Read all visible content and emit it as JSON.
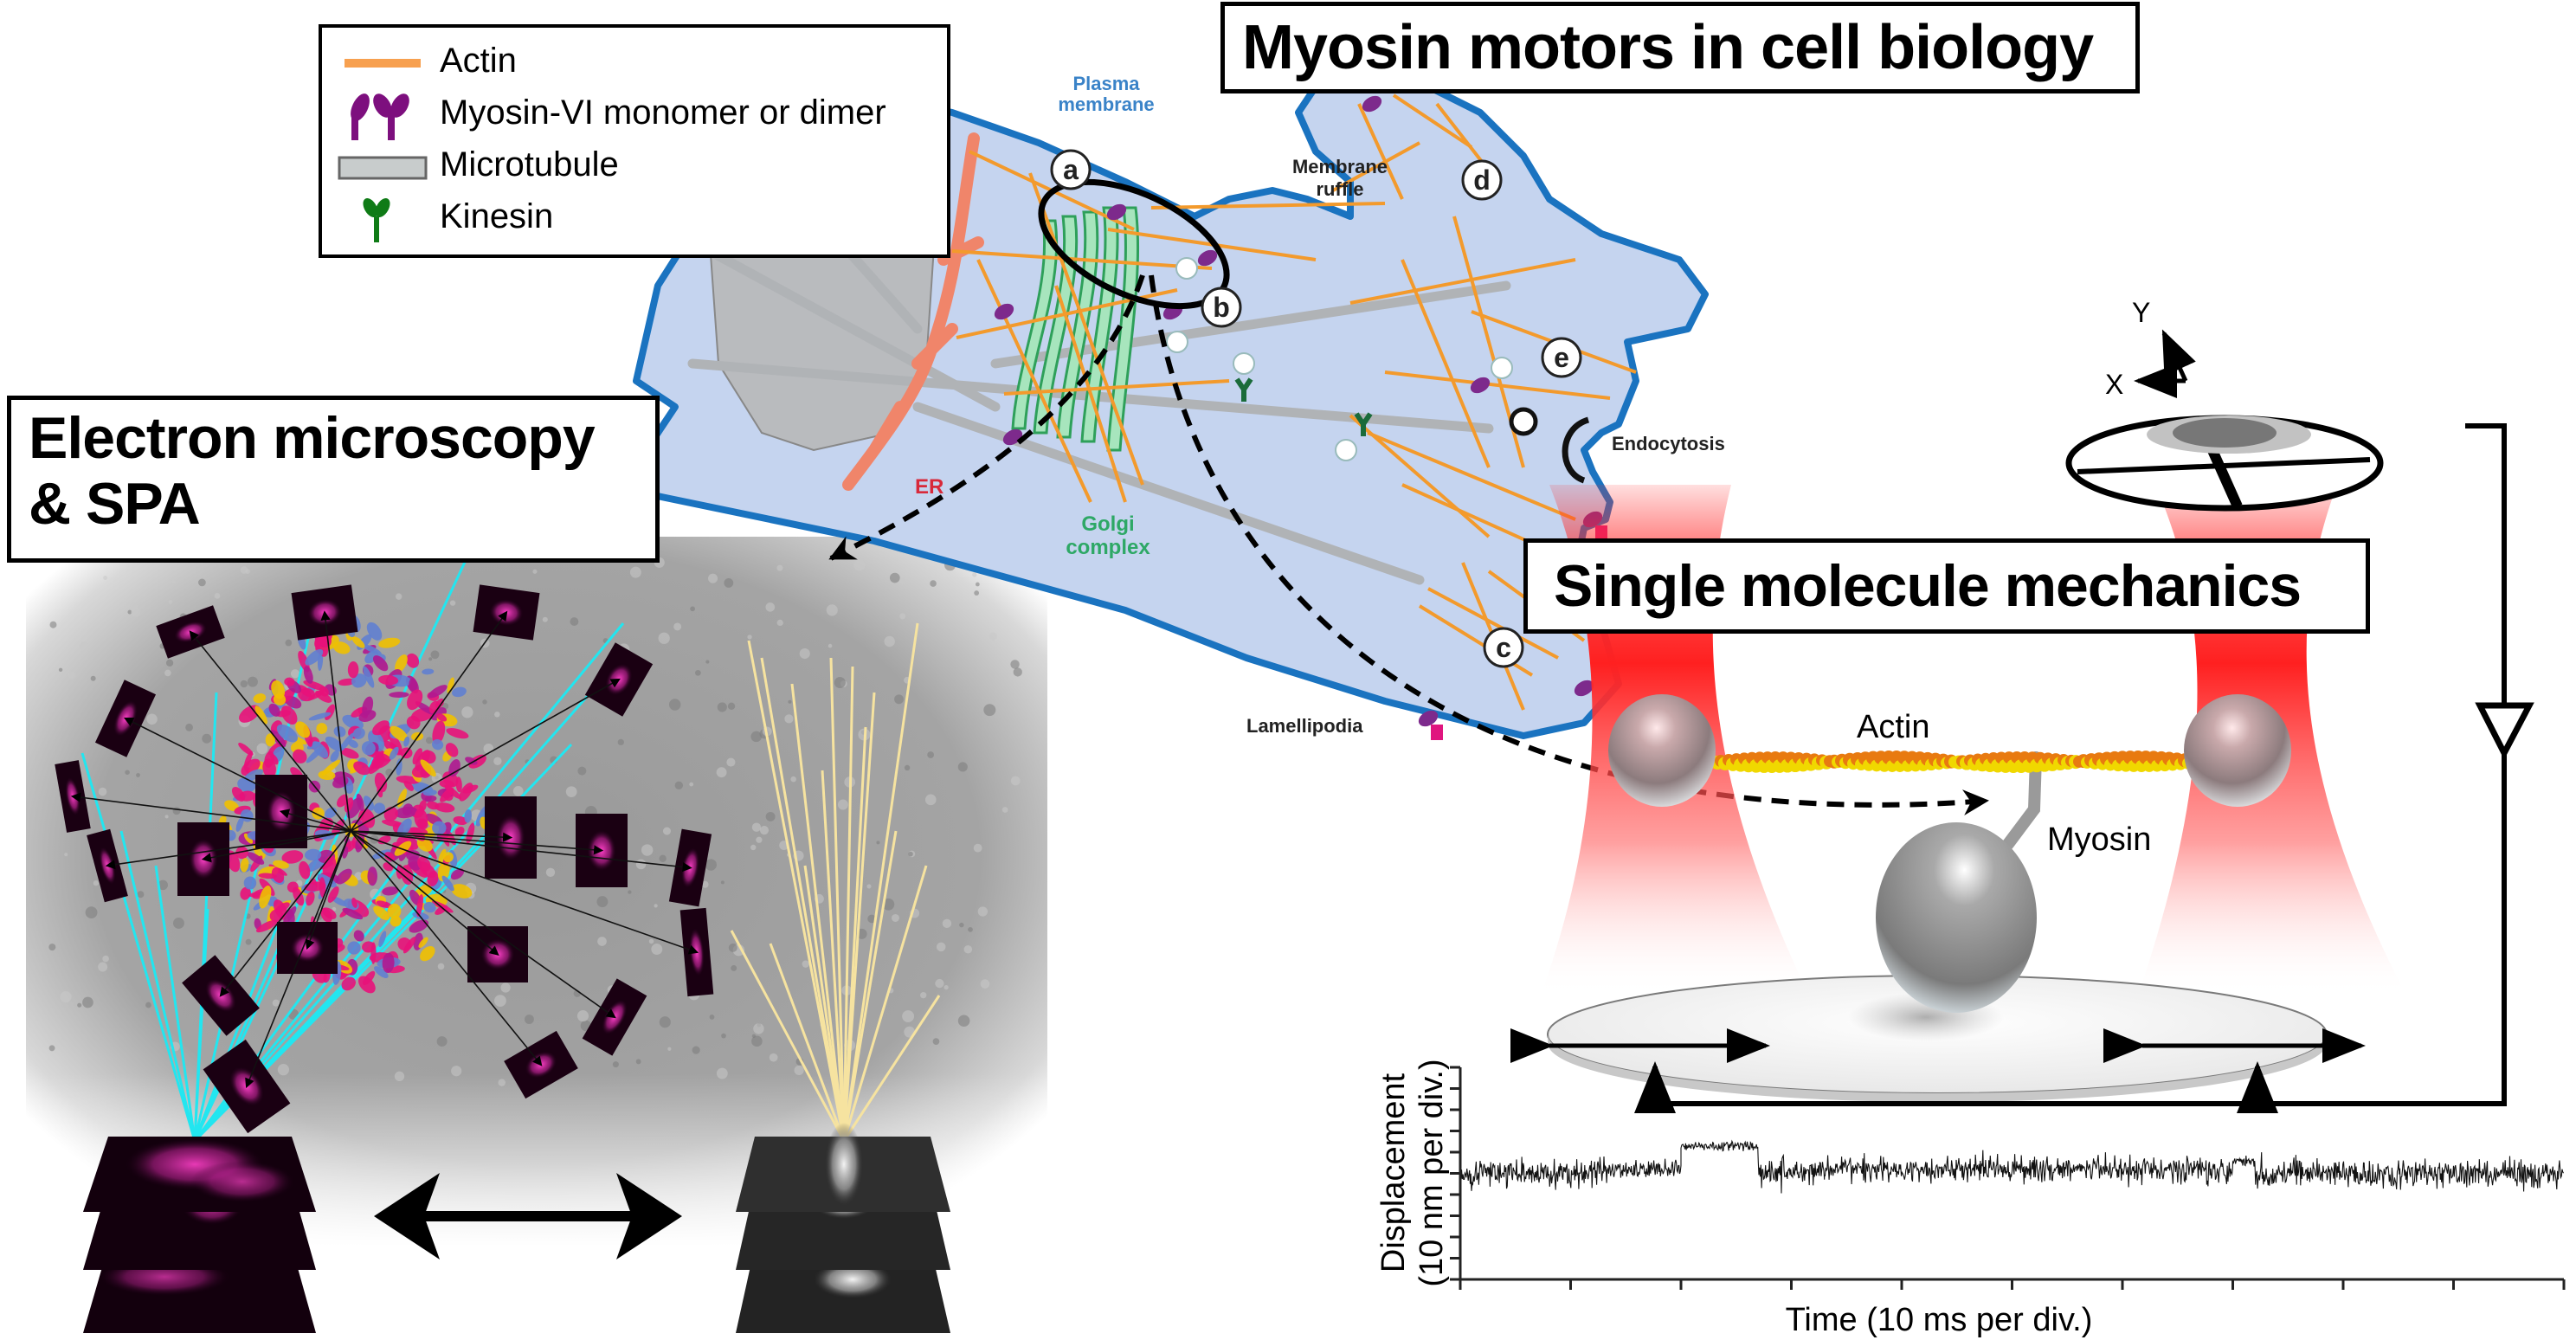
{
  "figure": {
    "title": "Myosin motors in cell biology",
    "panel_em_title_line1": "Electron microscopy",
    "panel_em_title_line2": "& SPA",
    "panel_smm_title": "Single molecule mechanics"
  },
  "legend": {
    "items": [
      {
        "label": "Actin",
        "icon": "actin-line-icon",
        "color": "#f7a04f"
      },
      {
        "label": "Myosin-VI monomer or dimer",
        "icon": "myosin-vi-icon",
        "color": "#7d0f7e"
      },
      {
        "label": "Microtubule",
        "icon": "microtubule-icon",
        "color": "#c8cccc"
      },
      {
        "label": "Kinesin",
        "icon": "kinesin-icon",
        "color": "#0f7b16"
      }
    ]
  },
  "cell": {
    "labels": {
      "plasma_membrane_1": "Plasma",
      "plasma_membrane_2": "membrane",
      "membrane_ruffle_1": "Membrane",
      "membrane_ruffle_2": "ruffle",
      "endocytosis": "Endocytosis",
      "er": "ER",
      "golgi_1": "Golgi",
      "golgi_2": "complex",
      "lamellipodia": "Lamellipodia"
    },
    "markers": [
      "a",
      "b",
      "c",
      "d",
      "e"
    ],
    "colors": {
      "cytoplasm": "#c3d3ee",
      "membrane": "#1a73c0",
      "nucleus": "#b9bbbe",
      "er": "#f0856a",
      "golgi": "#a7e5bd",
      "actin": "#f39a2c",
      "microtubule": "#b5b8bb",
      "myosin": "#7d2a8c",
      "kinesin": "#1a6b3a",
      "endocytosis_pit": "#e0157f"
    }
  },
  "smm": {
    "axis_x_label": "X",
    "axis_y_label": "Y",
    "actin_label": "Actin",
    "myosin_label": "Myosin",
    "trap_color": "#ff2020"
  },
  "chart_data": {
    "type": "line",
    "title": "",
    "xlabel": "Time (10 ms per div.)",
    "ylabel_line1": "Displacement",
    "ylabel_line2": "(10 nm per div.)",
    "x_divisions": 10,
    "y_divisions": 10,
    "xlim": [
      0,
      100
    ],
    "ylim": [
      0,
      100
    ],
    "x_units": "ms",
    "y_units": "nm",
    "tick_labels_shown": false,
    "grid": false,
    "series": [
      {
        "name": "displacement trace",
        "description": "noisy optical-trap bead displacement with binding events",
        "segments": [
          {
            "t_start": 0,
            "t_end": 14,
            "mean": 50,
            "noise": 9
          },
          {
            "t_start": 14,
            "t_end": 20,
            "mean": 52,
            "noise": 6
          },
          {
            "t_start": 20,
            "t_end": 27,
            "mean": 63,
            "noise": 3
          },
          {
            "t_start": 27,
            "t_end": 33,
            "mean": 51,
            "noise": 9
          },
          {
            "t_start": 33,
            "t_end": 47,
            "mean": 52,
            "noise": 7
          },
          {
            "t_start": 47,
            "t_end": 70,
            "mean": 52,
            "noise": 8
          },
          {
            "t_start": 70,
            "t_end": 72,
            "mean": 56,
            "noise": 3
          },
          {
            "t_start": 72,
            "t_end": 100,
            "mean": 50,
            "noise": 9
          }
        ]
      }
    ]
  }
}
